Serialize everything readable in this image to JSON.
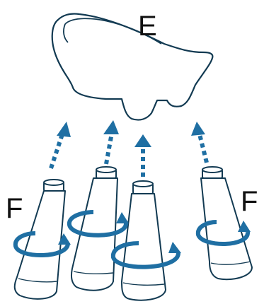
{
  "labels": {
    "tub": "E",
    "leg_left": "F",
    "leg_right": "F"
  },
  "colors": {
    "line": "#123a52",
    "accent": "#1f6fa3",
    "background": "#ffffff"
  },
  "icons": {
    "arrows": "dashed-up-arrow-icon",
    "rotation": "rotate-circle-arrow-icon"
  }
}
